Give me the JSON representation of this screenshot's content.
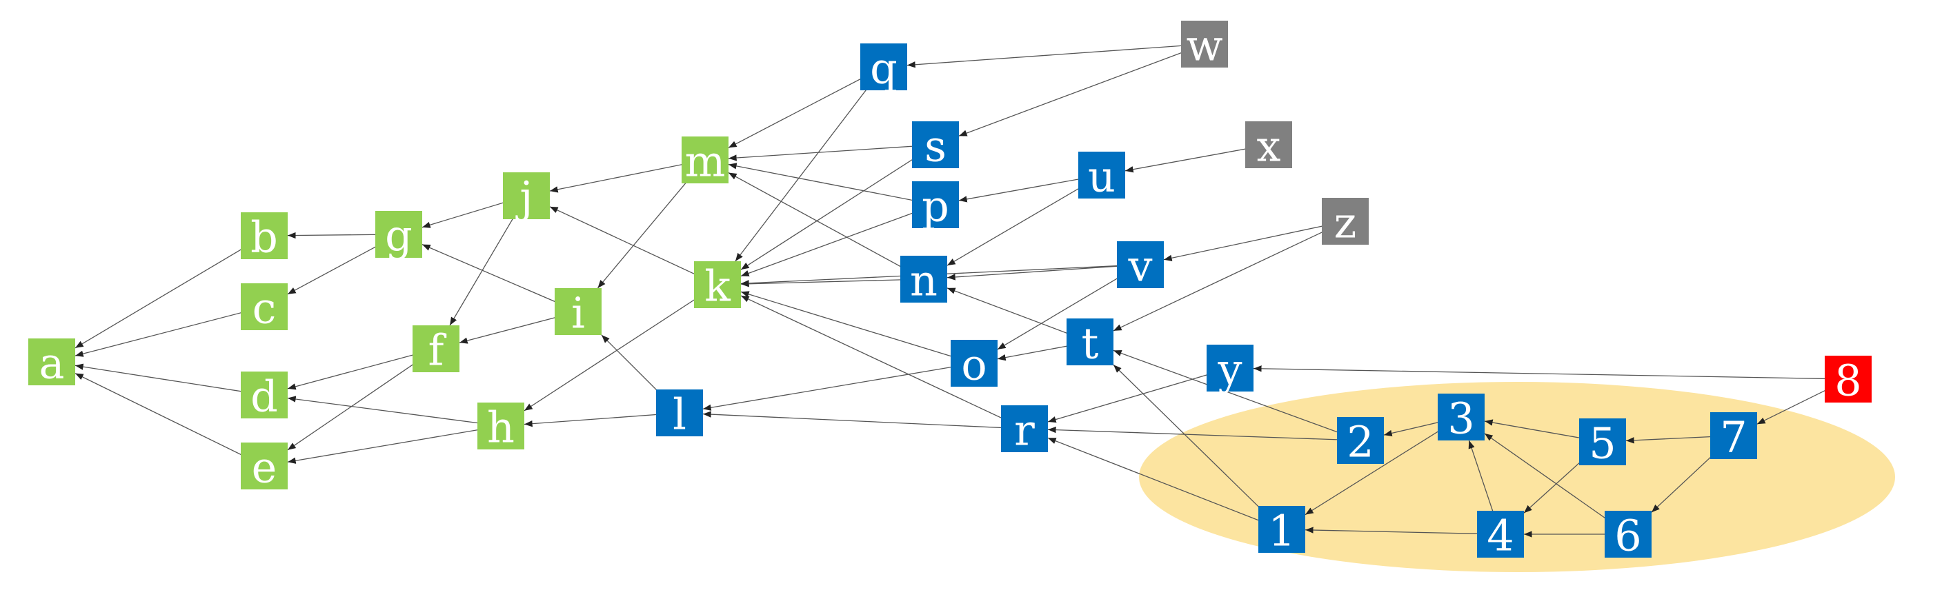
{
  "colors": {
    "green": "#92d050",
    "blue": "#0070c0",
    "gray": "#808080",
    "red": "#ff0000",
    "highlight": "#fce4a0",
    "edge": "#555555"
  },
  "nodes": [
    {
      "id": "a",
      "label": "a",
      "color": "green"
    },
    {
      "id": "b",
      "label": "b",
      "color": "green"
    },
    {
      "id": "c",
      "label": "c",
      "color": "green"
    },
    {
      "id": "d",
      "label": "d",
      "color": "green"
    },
    {
      "id": "e",
      "label": "e",
      "color": "green"
    },
    {
      "id": "g",
      "label": "g",
      "color": "green"
    },
    {
      "id": "f",
      "label": "f",
      "color": "green"
    },
    {
      "id": "j",
      "label": "j",
      "color": "green"
    },
    {
      "id": "h",
      "label": "h",
      "color": "green"
    },
    {
      "id": "i",
      "label": "i",
      "color": "green"
    },
    {
      "id": "m",
      "label": "m",
      "color": "green"
    },
    {
      "id": "k",
      "label": "k",
      "color": "green"
    },
    {
      "id": "l",
      "label": "l",
      "color": "blue"
    },
    {
      "id": "q",
      "label": "q",
      "color": "blue"
    },
    {
      "id": "s",
      "label": "s",
      "color": "blue"
    },
    {
      "id": "p",
      "label": "p",
      "color": "blue"
    },
    {
      "id": "n",
      "label": "n",
      "color": "blue"
    },
    {
      "id": "o",
      "label": "o",
      "color": "blue"
    },
    {
      "id": "r",
      "label": "r",
      "color": "blue"
    },
    {
      "id": "u",
      "label": "u",
      "color": "blue"
    },
    {
      "id": "v",
      "label": "v",
      "color": "blue"
    },
    {
      "id": "t",
      "label": "t",
      "color": "blue"
    },
    {
      "id": "y",
      "label": "y",
      "color": "blue"
    },
    {
      "id": "w",
      "label": "w",
      "color": "gray"
    },
    {
      "id": "x",
      "label": "x",
      "color": "gray"
    },
    {
      "id": "z",
      "label": "z",
      "color": "gray"
    },
    {
      "id": "1",
      "label": "1",
      "color": "blue"
    },
    {
      "id": "2",
      "label": "2",
      "color": "blue"
    },
    {
      "id": "3",
      "label": "3",
      "color": "blue"
    },
    {
      "id": "4",
      "label": "4",
      "color": "blue"
    },
    {
      "id": "5",
      "label": "5",
      "color": "blue"
    },
    {
      "id": "6",
      "label": "6",
      "color": "blue"
    },
    {
      "id": "7",
      "label": "7",
      "color": "blue"
    },
    {
      "id": "8",
      "label": "8",
      "color": "red"
    }
  ],
  "edges": [
    {
      "from": "b",
      "to": "a"
    },
    {
      "from": "c",
      "to": "a"
    },
    {
      "from": "d",
      "to": "a"
    },
    {
      "from": "e",
      "to": "a"
    },
    {
      "from": "g",
      "to": "b"
    },
    {
      "from": "g",
      "to": "c"
    },
    {
      "from": "f",
      "to": "d"
    },
    {
      "from": "f",
      "to": "e"
    },
    {
      "from": "h",
      "to": "d"
    },
    {
      "from": "h",
      "to": "e"
    },
    {
      "from": "j",
      "to": "g"
    },
    {
      "from": "i",
      "to": "g"
    },
    {
      "from": "j",
      "to": "f"
    },
    {
      "from": "i",
      "to": "f"
    },
    {
      "from": "m",
      "to": "j"
    },
    {
      "from": "k",
      "to": "j"
    },
    {
      "from": "m",
      "to": "i"
    },
    {
      "from": "l",
      "to": "i"
    },
    {
      "from": "k",
      "to": "h"
    },
    {
      "from": "l",
      "to": "h"
    },
    {
      "from": "q",
      "to": "m"
    },
    {
      "from": "s",
      "to": "m"
    },
    {
      "from": "p",
      "to": "m"
    },
    {
      "from": "n",
      "to": "m"
    },
    {
      "from": "q",
      "to": "k"
    },
    {
      "from": "s",
      "to": "k"
    },
    {
      "from": "p",
      "to": "k"
    },
    {
      "from": "n",
      "to": "k"
    },
    {
      "from": "v",
      "to": "k"
    },
    {
      "from": "o",
      "to": "k"
    },
    {
      "from": "r",
      "to": "k"
    },
    {
      "from": "o",
      "to": "l"
    },
    {
      "from": "r",
      "to": "l"
    },
    {
      "from": "w",
      "to": "q"
    },
    {
      "from": "w",
      "to": "s"
    },
    {
      "from": "x",
      "to": "u"
    },
    {
      "from": "u",
      "to": "p"
    },
    {
      "from": "u",
      "to": "n"
    },
    {
      "from": "v",
      "to": "n"
    },
    {
      "from": "t",
      "to": "n"
    },
    {
      "from": "z",
      "to": "v"
    },
    {
      "from": "z",
      "to": "t"
    },
    {
      "from": "v",
      "to": "o"
    },
    {
      "from": "t",
      "to": "o"
    },
    {
      "from": "y",
      "to": "r"
    },
    {
      "from": "2",
      "to": "r"
    },
    {
      "from": "1",
      "to": "r"
    },
    {
      "from": "2",
      "to": "t"
    },
    {
      "from": "1",
      "to": "t"
    },
    {
      "from": "8",
      "to": "y"
    },
    {
      "from": "8",
      "to": "7"
    },
    {
      "from": "3",
      "to": "2"
    },
    {
      "from": "3",
      "to": "1"
    },
    {
      "from": "4",
      "to": "1"
    },
    {
      "from": "4",
      "to": "3"
    },
    {
      "from": "5",
      "to": "3"
    },
    {
      "from": "6",
      "to": "3"
    },
    {
      "from": "5",
      "to": "4"
    },
    {
      "from": "6",
      "to": "4"
    },
    {
      "from": "7",
      "to": "5"
    },
    {
      "from": "7",
      "to": "6"
    }
  ]
}
